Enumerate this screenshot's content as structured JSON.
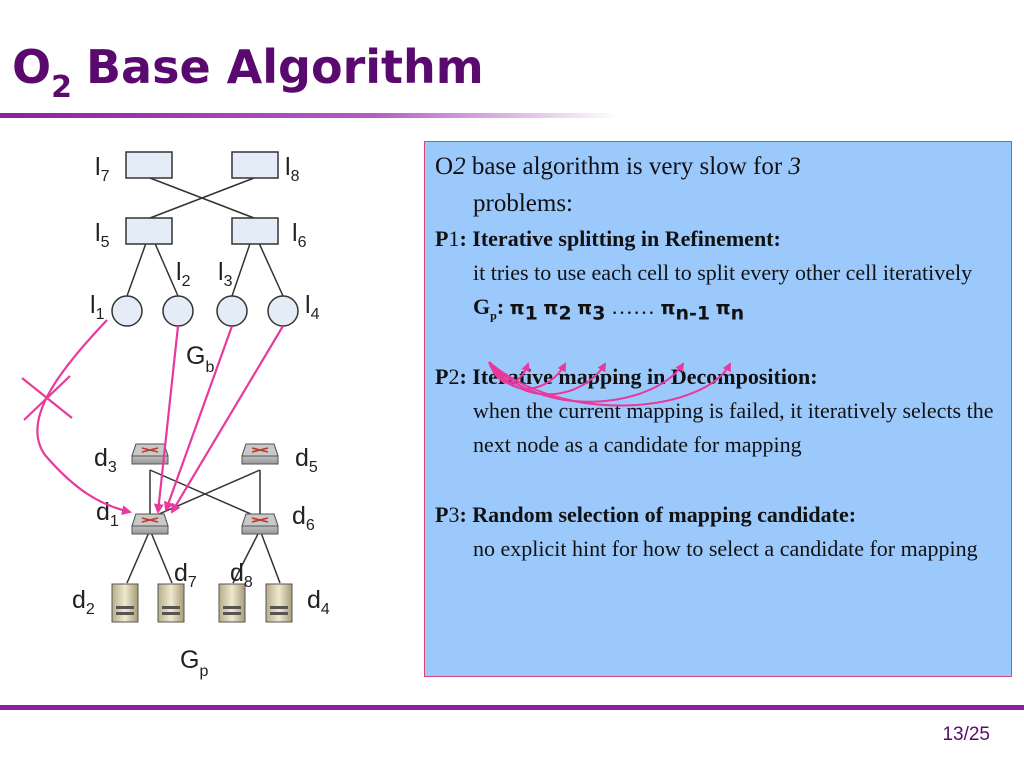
{
  "slide": {
    "title_letter": "O",
    "title_sub": "2",
    "title_rest": "Base Algorithm",
    "page": "13/25"
  },
  "diagram": {
    "virtual_links": [
      {
        "name": "l",
        "sub": "7"
      },
      {
        "name": "l",
        "sub": "8"
      },
      {
        "name": "l",
        "sub": "5"
      },
      {
        "name": "l",
        "sub": "6"
      },
      {
        "name": "l",
        "sub": "1"
      },
      {
        "name": "l",
        "sub": "2"
      },
      {
        "name": "l",
        "sub": "3"
      },
      {
        "name": "l",
        "sub": "4"
      }
    ],
    "virtual_graph_label": {
      "name": "G",
      "sub": "b"
    },
    "physical_nodes": [
      {
        "name": "d",
        "sub": "3"
      },
      {
        "name": "d",
        "sub": "5"
      },
      {
        "name": "d",
        "sub": "1"
      },
      {
        "name": "d",
        "sub": "6"
      },
      {
        "name": "d",
        "sub": "7"
      },
      {
        "name": "d",
        "sub": "8"
      },
      {
        "name": "d",
        "sub": "2"
      },
      {
        "name": "d",
        "sub": "4"
      }
    ],
    "physical_graph_label": {
      "name": "G",
      "sub": "p"
    },
    "colors": {
      "mapping_arrow": "#e8399d",
      "link_box": "#e4ecf7",
      "host_circle": "#e4ecf7"
    }
  },
  "panel": {
    "lead_a": "O",
    "lead_b": "2",
    "lead_c": " base algorithm is very slow for ",
    "lead_d": "3",
    "lead_e": "problems:",
    "p1_label_a": "P",
    "p1_label_b": "1",
    "p1_label_c": ": Iterative splitting in Refinement:",
    "p1_body": "it tries to use each cell to split every other cell iteratively",
    "gp_name": "G",
    "gp_sub": "p",
    "gp_colon": ": ",
    "pi1": "π",
    "pi1_sub": "1",
    "pi2": "π",
    "pi2_sub": "2",
    "pi3": "π",
    "pi3_sub": "3",
    "dots": "……",
    "pin1": "π",
    "pin1_sub": "n-1",
    "pin": "π",
    "pin_sub": "n",
    "p2_label_a": "P",
    "p2_label_b": "2",
    "p2_label_c": ": Iterative mapping in Decomposition:",
    "p2_body": "when the current mapping is failed, it iteratively selects the next node as a candidate for mapping",
    "p3_label_a": "P",
    "p3_label_b": "3",
    "p3_label_c": ": Random selection of  mapping candidate:",
    "p3_body": "no explicit hint for how to select a candidate for mapping"
  }
}
